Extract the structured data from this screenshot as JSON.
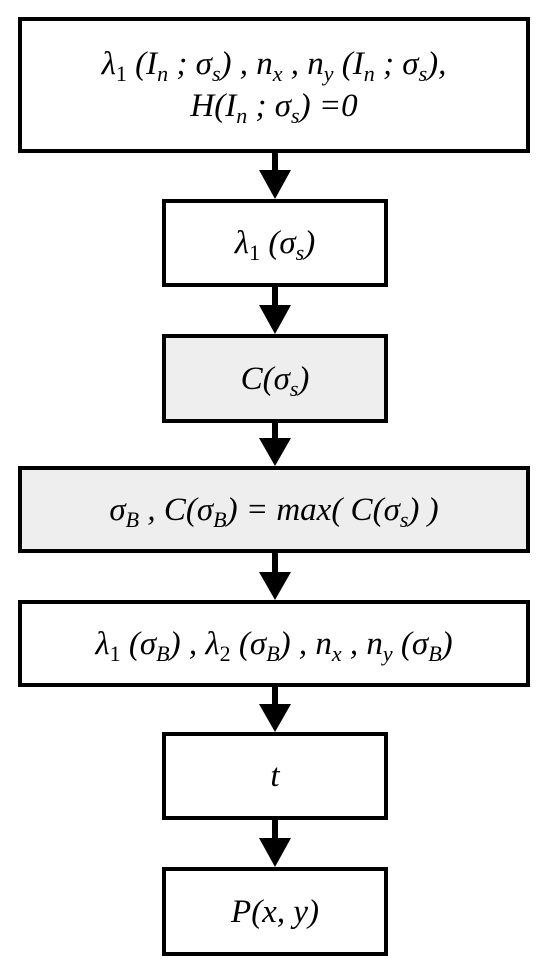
{
  "boxes": [
    {
      "line1": {
        "lambda": "λ",
        "lambda_sub": "1",
        "open1": " (",
        "I1": "I",
        "I1_sub": "n",
        "sep1": " ; ",
        "sigma1": "σ",
        "sigma1_sub": "s",
        "close1": ") , ",
        "n1": "n",
        "n1_sub": "x",
        "comma": " , ",
        "n2": "n",
        "n2_sub": "y",
        "open2": " (",
        "I2": "I",
        "I2_sub": "n",
        "sep2": " ; ",
        "sigma2": "σ",
        "sigma2_sub": "s",
        "close2": "),"
      },
      "line2": {
        "H": "H(",
        "I": "I",
        "I_sub": "n",
        "sep": " ; ",
        "sigma": "σ",
        "sigma_sub": "s",
        "tail": ") =0"
      }
    },
    {
      "lambda": "λ",
      "lambda_sub": "1",
      "open": " (",
      "sigma": "σ",
      "sigma_sub": "s",
      "close": ")"
    },
    {
      "C": "C(",
      "sigma": "σ",
      "sigma_sub": "s",
      "close": ")"
    },
    {
      "sigma1": "σ",
      "sigma1_sub": "B",
      "mid1": " , C(",
      "sigma2": "σ",
      "sigma2_sub": "B",
      "mid2": ") = max( C(",
      "sigma3": "σ",
      "sigma3_sub": "s",
      "close": ") )"
    },
    {
      "lambda1": "λ",
      "lambda1_sub": "1",
      "open1": " (",
      "sigma1": "σ",
      "sigma1_sub": "B",
      "close1": ") , ",
      "lambda2": "λ",
      "lambda2_sub": "2",
      "open2": " (",
      "sigma2": "σ",
      "sigma2_sub": "B",
      "close2": ") , ",
      "n1": "n",
      "n1_sub": "x",
      "comma": " , ",
      "n2": "n",
      "n2_sub": "y",
      "open3": " (",
      "sigma3": "σ",
      "sigma3_sub": "B",
      "close3": ")"
    },
    {
      "t": "t"
    },
    {
      "P": "P(x, y)"
    }
  ],
  "colors": {
    "stroke": "#000000",
    "box_fill": "#ffffff",
    "shaded_fill": "#eeeeee"
  }
}
